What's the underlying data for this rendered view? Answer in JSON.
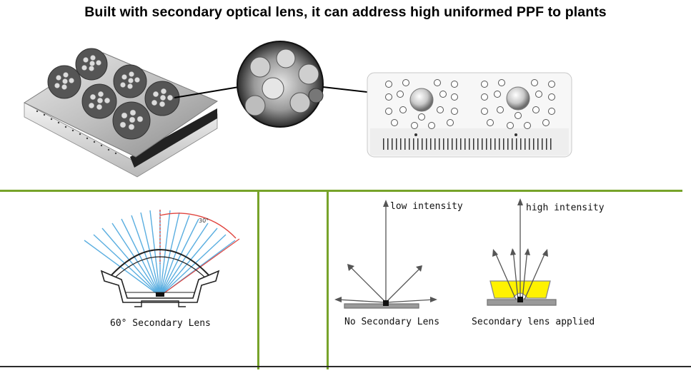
{
  "headline": "Built with secondary optical lens, it can address high uniformed PPF to plants",
  "lens_diagram": {
    "angle_label": "30°",
    "caption": "60°  Secondary Lens"
  },
  "comparison": {
    "left": {
      "top_label": "low intensity",
      "caption": "No Secondary Lens"
    },
    "right": {
      "top_label": "high intensity",
      "caption": "Secondary lens applied"
    }
  },
  "colors": {
    "accent_line": "#77a32a",
    "beam": "#5aaee0",
    "lens_fill": "#fff200"
  }
}
